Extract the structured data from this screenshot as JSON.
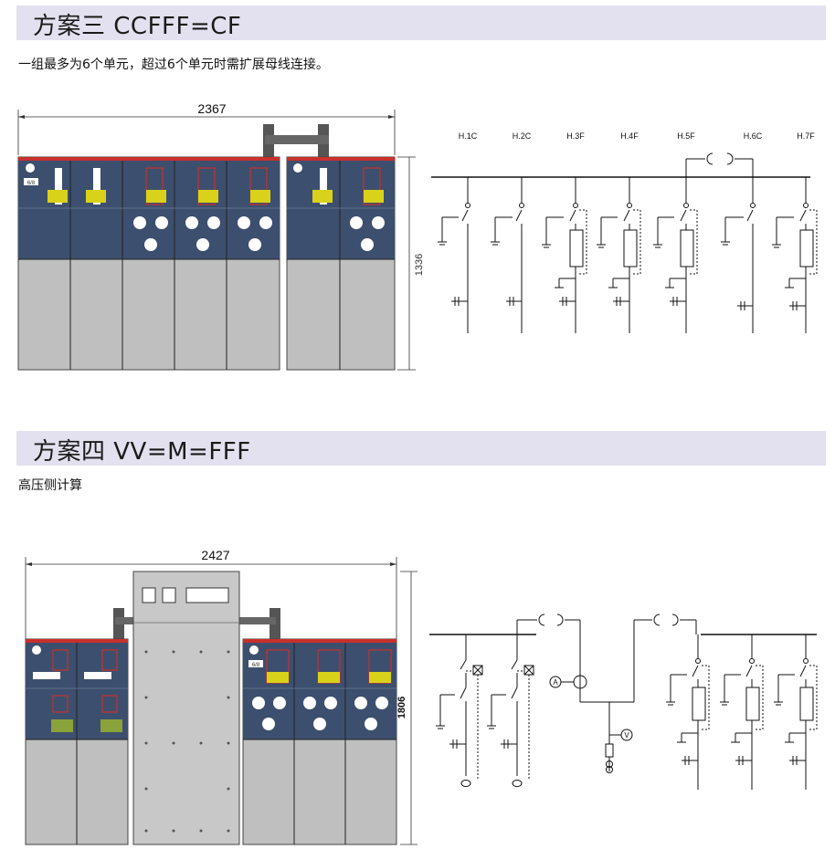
{
  "section3": {
    "title": "方案三 CCFFF=CF",
    "description": "一组最多为6个单元，超过6个单元时需扩展母线连接。",
    "width_dim": "2367",
    "height_dim": "1336",
    "plate_label": "6/8",
    "units": [
      "H.1C",
      "H.2C",
      "H.3F",
      "H.4F",
      "H.5F",
      "H.6C",
      "H.7F"
    ]
  },
  "section4": {
    "title": "方案四 VV=M=FFF",
    "description": "高压侧计算",
    "width_dim": "2427",
    "height_dim": "1806",
    "plate_label": "6/8",
    "ammeter_symbol": "A",
    "voltmeter_symbol": "V"
  },
  "colors": {
    "band": "#e3e0ef",
    "panel_blue": "#3d4f6e",
    "panel_gray": "#c8c8c8",
    "accent_red": "#c8302c",
    "accent_yellow": "#d9d21a",
    "accent_green": "#8aa23a"
  }
}
